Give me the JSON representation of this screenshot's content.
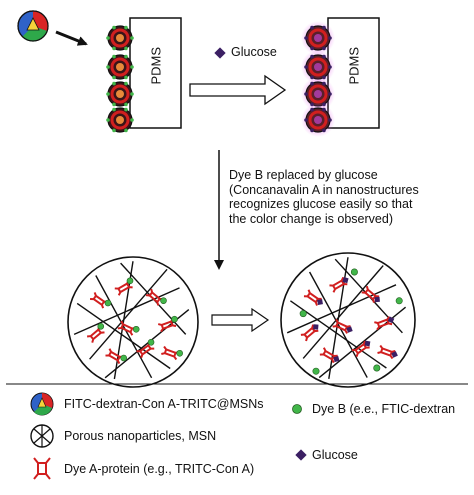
{
  "colors": {
    "pdms_border": "#111111",
    "particle_red": "#d11f1f",
    "particle_orange": "#e8893a",
    "glucose_purple": "#3b1f63",
    "magenta_glow": "#d23bd8",
    "dye_b_green": "#41b649",
    "fitc_blue": "#2f62c8",
    "fitc_green": "#2ea84a",
    "fitc_red": "#d92525"
  },
  "diagram": {
    "pdms_label_left": "PDMS",
    "pdms_label_right": "PDMS",
    "glucose_label": "Glucose",
    "caption_lines": [
      "Dye B replaced by glucose",
      "(Concanavalin A in nanostructures",
      "recognizes glucose easily so that",
      "the color change is observed)"
    ]
  },
  "legend": {
    "items": [
      {
        "icon": "fitc-dextran-icon",
        "label": "FITC-dextran-Con A-TRITC@MSNs"
      },
      {
        "icon": "msn-icon",
        "label": "Porous nanoparticles, MSN"
      },
      {
        "icon": "dye-a-protein-icon",
        "label": "Dye A-protein (e.g., TRITC-Con A)"
      },
      {
        "icon": "dye-b-icon",
        "label": "Dye B (e.e., FTIC-dextran"
      },
      {
        "icon": "glucose-icon",
        "label": "Glucose"
      }
    ]
  }
}
